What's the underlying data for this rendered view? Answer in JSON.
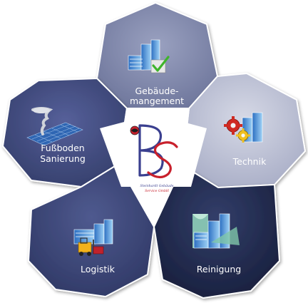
{
  "segments": {
    "gebaeude": {
      "label_line1": "Gebäude-",
      "label_line2": "mangement",
      "color": "#7a82a6"
    },
    "technik": {
      "label": "Technik",
      "color": "#b9bdd2"
    },
    "fussboden": {
      "label_line1": "Fußboden",
      "label_line2": "Sanierung",
      "color": "#3f4a78"
    },
    "logistik": {
      "label": "Logistik",
      "color": "#3a4472"
    },
    "reinigung": {
      "label": "Reinigung",
      "color": "#1f2848"
    }
  },
  "center": {
    "logo_text": "BS",
    "line1": "Steinhardt Gebäude",
    "line2": "Service GmbH",
    "brand_blue": "#3a3f8f",
    "brand_red": "#c8202c"
  },
  "icons": {
    "gebaeude": "building-checkmark-icon",
    "technik": "building-gears-icon",
    "fussboden": "tornado-floor-icon",
    "logistik": "building-forklift-icon",
    "reinigung": "building-cleaning-icon"
  }
}
